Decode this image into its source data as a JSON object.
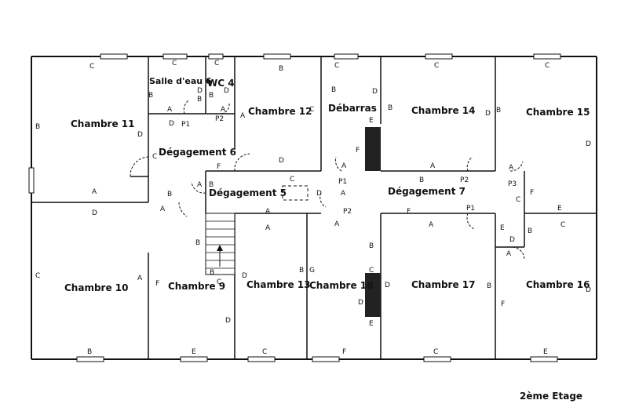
{
  "floor": {
    "label": "2ème Etage"
  },
  "rooms": {
    "chambre_11": "Chambre 11",
    "salle_eau_6": "Salle d'eau 6",
    "wc_4": "WC 4",
    "chambre_12": "Chambre 12",
    "debarras": "Débarras",
    "chambre_14": "Chambre 14",
    "chambre_15": "Chambre 15",
    "degagement_6": "Dégagement 6",
    "degagement_5": "Dégagement 5",
    "degagement_7": "Dégagement 7",
    "chambre_10": "Chambre 10",
    "chambre_9": "Chambre 9",
    "chambre_13": "Chambre 13",
    "chambre_18": "Chambre 18",
    "chambre_17": "Chambre 17",
    "chambre_16": "Chambre 16"
  },
  "doors": {
    "p1_a": "P1",
    "p2_a": "P2",
    "p1_b": "P1",
    "p2_b": "P2",
    "p3": "P3",
    "p2_c": "P2",
    "p1_c": "P1"
  },
  "walls": {
    "c": "C",
    "b": "B",
    "a": "A",
    "d": "D",
    "e": "E",
    "f": "F",
    "g": "G"
  }
}
